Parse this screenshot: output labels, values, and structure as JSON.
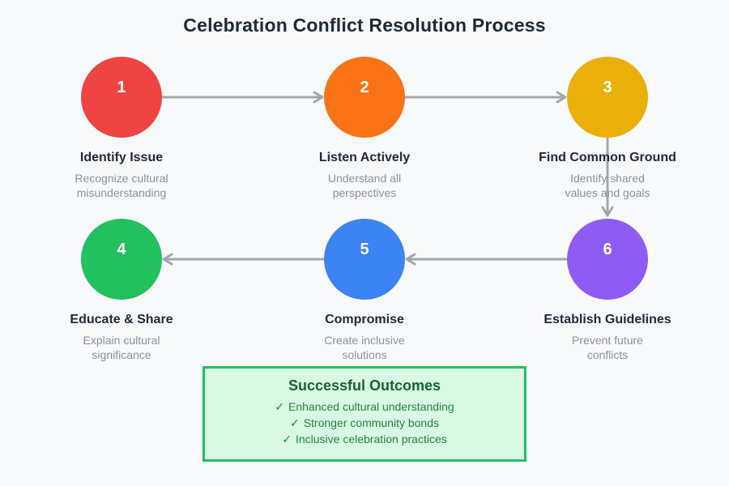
{
  "title": "Celebration Conflict Resolution Process",
  "steps": [
    {
      "number": "1",
      "label": "Identify Issue",
      "description": "Recognize cultural\nmisunderstanding",
      "color": "#ee4444"
    },
    {
      "number": "2",
      "label": "Listen Actively",
      "description": "Understand all\nperspectives",
      "color": "#f97316"
    },
    {
      "number": "3",
      "label": "Find Common Ground",
      "description": "Identify shared\nvalues and goals",
      "color": "#e9b00a"
    },
    {
      "number": "4",
      "label": "Educate & Share",
      "description": "Explain cultural\nsignificance",
      "color": "#23c15e"
    },
    {
      "number": "5",
      "label": "Compromise",
      "description": "Create inclusive\nsolutions",
      "color": "#3c83f3"
    },
    {
      "number": "6",
      "label": "Establish Guidelines",
      "description": "Prevent future\nconflicts",
      "color": "#8d5cf5"
    }
  ],
  "flow": {
    "arrow_color": "#a2a7ae",
    "connections": [
      "1→2",
      "2→3",
      "3→6",
      "6→5",
      "5→4"
    ]
  },
  "outcomes": {
    "title": "Successful Outcomes",
    "check": "✓",
    "items": [
      "Enhanced cultural understanding",
      "Stronger community bonds",
      "Inclusive celebration practices"
    ],
    "background": "#d8f8e3",
    "border_color": "#23c161",
    "title_color": "#166534",
    "text_color": "#208544"
  }
}
